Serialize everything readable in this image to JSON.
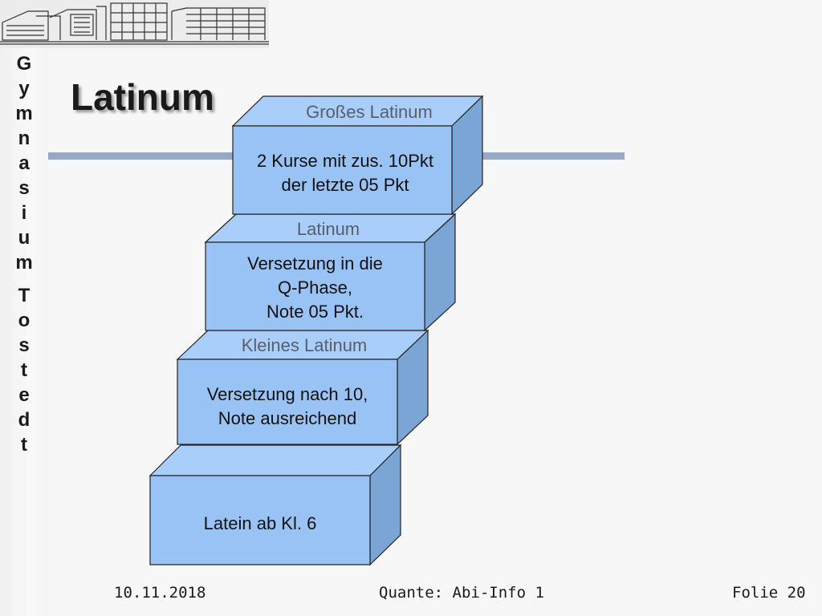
{
  "sidebar": {
    "school_letters_1": [
      "G",
      "y",
      "m",
      "n",
      "a",
      "s",
      "i",
      "u",
      "m"
    ],
    "school_letters_2": [
      "T",
      "o",
      "s",
      "t",
      "e",
      "d",
      "t"
    ]
  },
  "slide": {
    "title": "Latinum"
  },
  "steps": [
    {
      "heading": "Großes Latinum",
      "lines": [
        "2 Kurse mit zus. 10Pkt",
        "der letzte 05 Pkt"
      ]
    },
    {
      "heading": "Latinum",
      "lines": [
        "Versetzung in die",
        "Q-Phase,",
        "Note 05 Pkt."
      ]
    },
    {
      "heading": "Kleines Latinum",
      "lines": [
        "Versetzung nach 10,",
        "Note ausreichend"
      ]
    },
    {
      "heading": "",
      "lines": [
        "Latein ab Kl. 6"
      ]
    }
  ],
  "footer": {
    "date": "10.11.2018",
    "center": "Quante: Abi-Info 1",
    "page": "Folie 20"
  },
  "colors": {
    "box_front": "#99c3f5",
    "box_top": "#a9cefa",
    "box_side": "#7ba5d4",
    "rule": "#9aa8c8"
  }
}
